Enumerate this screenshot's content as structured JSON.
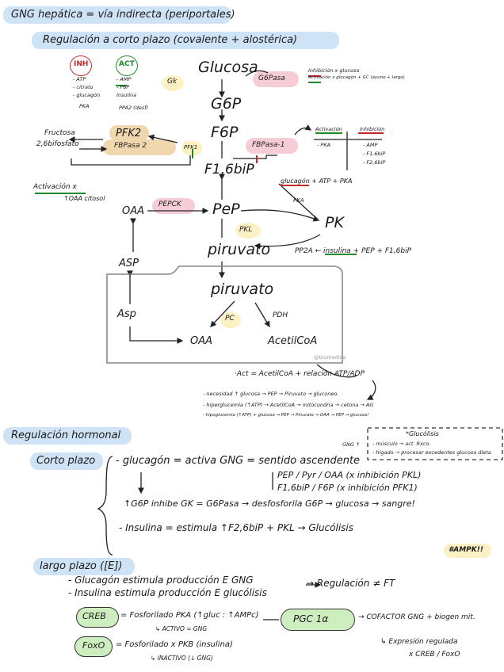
{
  "title": "GNG hepática = vía indirecta (periportales)",
  "section1": "Regulación a corto plazo (covalente + alostérica)",
  "inh_label": "INH",
  "inh_items": [
    "- ATP",
    "- citrato",
    "- glucagón",
    "PKA"
  ],
  "act_label": "ACT",
  "act_items": [
    "- AMP",
    "- F6P",
    "insulina",
    "PPA2 (desf)"
  ],
  "gk": "Gk",
  "glucosa": "Glucosa",
  "g6pasa": "G6Pasa",
  "g6pasa_note_inh": "Inhibición x glucosa",
  "g6pasa_note_act": "Activación x glucagón + GC (ayuno + largo)",
  "g6p": "G6P",
  "f6p": "F6P",
  "f16bp": "F1,6biP",
  "pfk2": "PFK2",
  "fbpasa2": "FBPasa 2",
  "pfk1": "PFK1",
  "fructosa": "Fructosa",
  "bifosfato": "2,6bifosfato",
  "fbpasa1": "FBPasa-1",
  "fbp1_act_title": "Activación",
  "fbp1_act_items": [
    "- PKA"
  ],
  "fbp1_inh_title": "Inhibición",
  "fbp1_inh_items": [
    "- AMP",
    "- F1,6biP",
    "- F2,6biP"
  ],
  "glucagon_line": "glucagón + ATP + PKA",
  "pka": "PKA",
  "activacion_oaa": "Activación x",
  "activacion_oaa2": "↑OAA citosol",
  "pepck": "PEPCK",
  "oaa": "OAA",
  "pep": "PeP",
  "pk": "PK",
  "pkl": "PKL",
  "piruvato": "piruvato",
  "pp2a_line": "PP2A ← insulina + PEP + F1,6biP",
  "asp": "ASP",
  "asp2": "Asp",
  "piruvato_mito": "piruvato",
  "pc": "PC",
  "pdh": "PDH",
  "oaa_mito": "OAA",
  "acetilcoa": "AcetilCoA",
  "watermark": "@biomedica",
  "act_acetil": "·Act = AcetilCoA + relación ATP/ADP",
  "bullet1": "- necesidad ↑ glucosa → PEP → Piruvato → gluconeo.",
  "bullet2": "- hiperglucemia (↑ATP) → AcetilCoA → mitocondria → cetona → AG",
  "bullet3": "- hipoglucemia (↑ATP) + glucosa → PEP → Piruvato → OAA → PEP → glucosa!",
  "section2": "Regulación hormonal",
  "glucolisis_box_title": "*Glucólisis",
  "glucolisis_box_1": "- músculo → act. Rxco.",
  "glucolisis_box_2": "- hígado → procesar excedentes glucosa dieta",
  "corto_plazo": "Corto plazo",
  "glucagon_row": "- glucagón = activa GNG = sentido ascendente",
  "gng_sup": "GNG ↑",
  "pep_row": "PEP / Pyr / OAA   (x inhibición PKL)",
  "f16_row": "F1,6biP / F6P   (x inhibición PFK1)",
  "g6p_row": "↑G6P inhibe GK = G6Pasa → desfosforila G6P → glucosa → sangre!",
  "insulina_row": "- Insulina = estimula ↑F2,6biP + PKL → Glucólisis",
  "ampk": "#AMPK!!",
  "largo_plazo": "largo plazo ([E])",
  "glucagon_largo": "- Glucagón estimula producción E GNG",
  "insulina_largo": "- Insulina estimula producción E glucólisis",
  "regulacion_ft": "→ Regulación ≠ FT",
  "creb": "CREB",
  "creb_text": "= Fosforilado PKA (↑gluc : ↑AMPc)",
  "creb_sub": "↳ ACTIVO = GNG",
  "pgc": "PGC 1α",
  "cofactor": "→ COFACTOR  GNG + biogen mit.",
  "expresion": "↳ Expresión regulada",
  "expresion2": "x CREB / FoxO",
  "foxo": "FoxO",
  "foxo_text": "= Fosforilado x PKB (insulina)",
  "foxo_sub": "↳ INACTIVO (↓ GNG)",
  "colors": {
    "blue": "#cfe3f6",
    "pink": "#f6cdd6",
    "yellow": "#fbf1c4",
    "tan": "#f0d7ae",
    "green_pill": "#cfeec0",
    "red": "#c62828",
    "green": "#1f8a2a"
  }
}
